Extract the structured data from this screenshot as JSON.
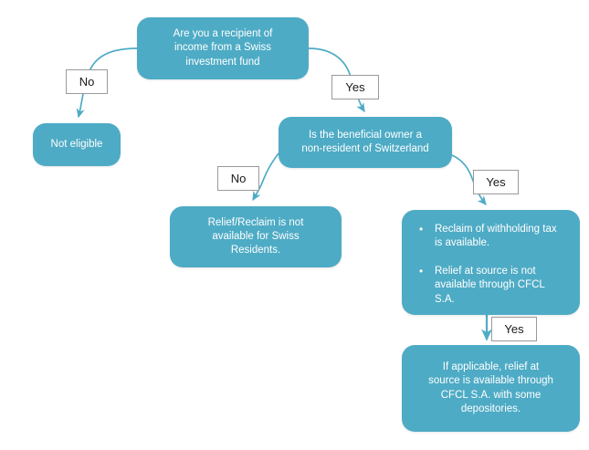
{
  "diagram": {
    "title": "Swiss investment fund withholding tax relief decision flowchart",
    "accent_color": "#4eabc5",
    "connector_color": "#4eabc5",
    "label_text_color": "#1a1a1a",
    "background_color": "#ffffff",
    "nodes": {
      "question_1": "Are you a recipient of\nincome from a Swiss\ninvestment fund",
      "not_eligible": "Not eligible",
      "question_2": "Is the beneficial owner a\nnon-resident of Switzerland",
      "swiss_residents": "Relief/Reclaim is not\navailable for Swiss\nResidents.",
      "reclaim_bullets": [
        "Reclaim of withholding tax is available.",
        "Relief at source is not available through CFCL S.A."
      ],
      "relief_available": "If applicable, relief at\nsource is available through\nCFCL S.A. with some\ndepositories."
    },
    "edge_labels": {
      "q1_no": "No",
      "q1_yes": "Yes",
      "q2_no": "No",
      "q2_yes": "Yes",
      "reclaim_yes": "Yes"
    }
  }
}
